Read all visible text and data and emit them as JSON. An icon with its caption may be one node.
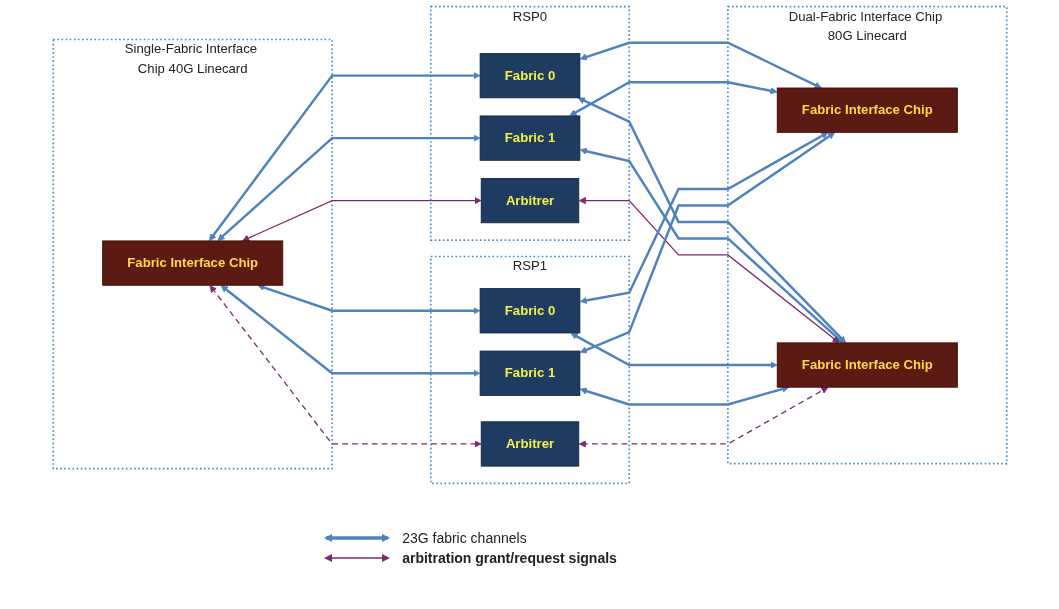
{
  "diagram": {
    "nodes": [
      {
        "text": [
          "Single-Fabric Interface Chip 40G Linecard"
        ]
      },
      {
        "text": [
          "Fabric Interface Chip"
        ],
        "in": 0
      },
      {
        "text": [
          "RSP0"
        ]
      },
      {
        "text": [
          "Fabric 0"
        ],
        "in": 2
      },
      {
        "text": [
          "Fabric 1"
        ],
        "in": 2
      },
      {
        "text": [
          "Arbitrer"
        ],
        "in": 2
      },
      {
        "text": [
          "RSP1"
        ]
      },
      {
        "text": [
          "Fabric 0"
        ],
        "in": 6
      },
      {
        "text": [
          "Fabric 1"
        ],
        "in": 6
      },
      {
        "text": [
          "Arbitrer"
        ],
        "in": 6
      },
      {
        "text": [
          "Dual-Fabric Interface Chip 80G Linecard"
        ]
      },
      {
        "text": [
          "Fabric Interface Chip"
        ],
        "in": 10
      },
      {
        "text": [
          "Fabric Interface Chip"
        ],
        "in": 10
      }
    ],
    "edges": [
      {
        "from": 1,
        "to": 3,
        "arrow": "both"
      },
      {
        "from": 1,
        "to": 4,
        "arrow": "both"
      },
      {
        "from": 1,
        "to": 5,
        "arrow": "both",
        "color": "#7b2a6e"
      },
      {
        "from": 1,
        "to": 7,
        "arrow": "both"
      },
      {
        "from": 1,
        "to": 8,
        "arrow": "both"
      },
      {
        "from": 1,
        "to": 9,
        "arrow": "both",
        "style": "dashed",
        "color": "#7b2a6e"
      },
      {
        "from": 3,
        "to": 11,
        "arrow": "both"
      },
      {
        "from": 3,
        "to": 12,
        "arrow": "both"
      },
      {
        "from": 4,
        "to": 11,
        "arrow": "both"
      },
      {
        "from": 4,
        "to": 12,
        "arrow": "both"
      },
      {
        "from": 5,
        "to": 11,
        "arrow": "both",
        "color": "#7b2a6e"
      },
      {
        "from": 7,
        "to": 11,
        "arrow": "both"
      },
      {
        "from": 7,
        "to": 12,
        "arrow": "both"
      },
      {
        "from": 8,
        "to": 11,
        "arrow": "both"
      },
      {
        "from": 8,
        "to": 12,
        "arrow": "both"
      },
      {
        "from": 9,
        "to": 11,
        "arrow": "both",
        "style": "dashed",
        "color": "#7b2a6e"
      }
    ],
    "legend": [
      {
        "text": "23G fabric channels"
      },
      {
        "text": "arbitration grant/request signals"
      }
    ]
  }
}
